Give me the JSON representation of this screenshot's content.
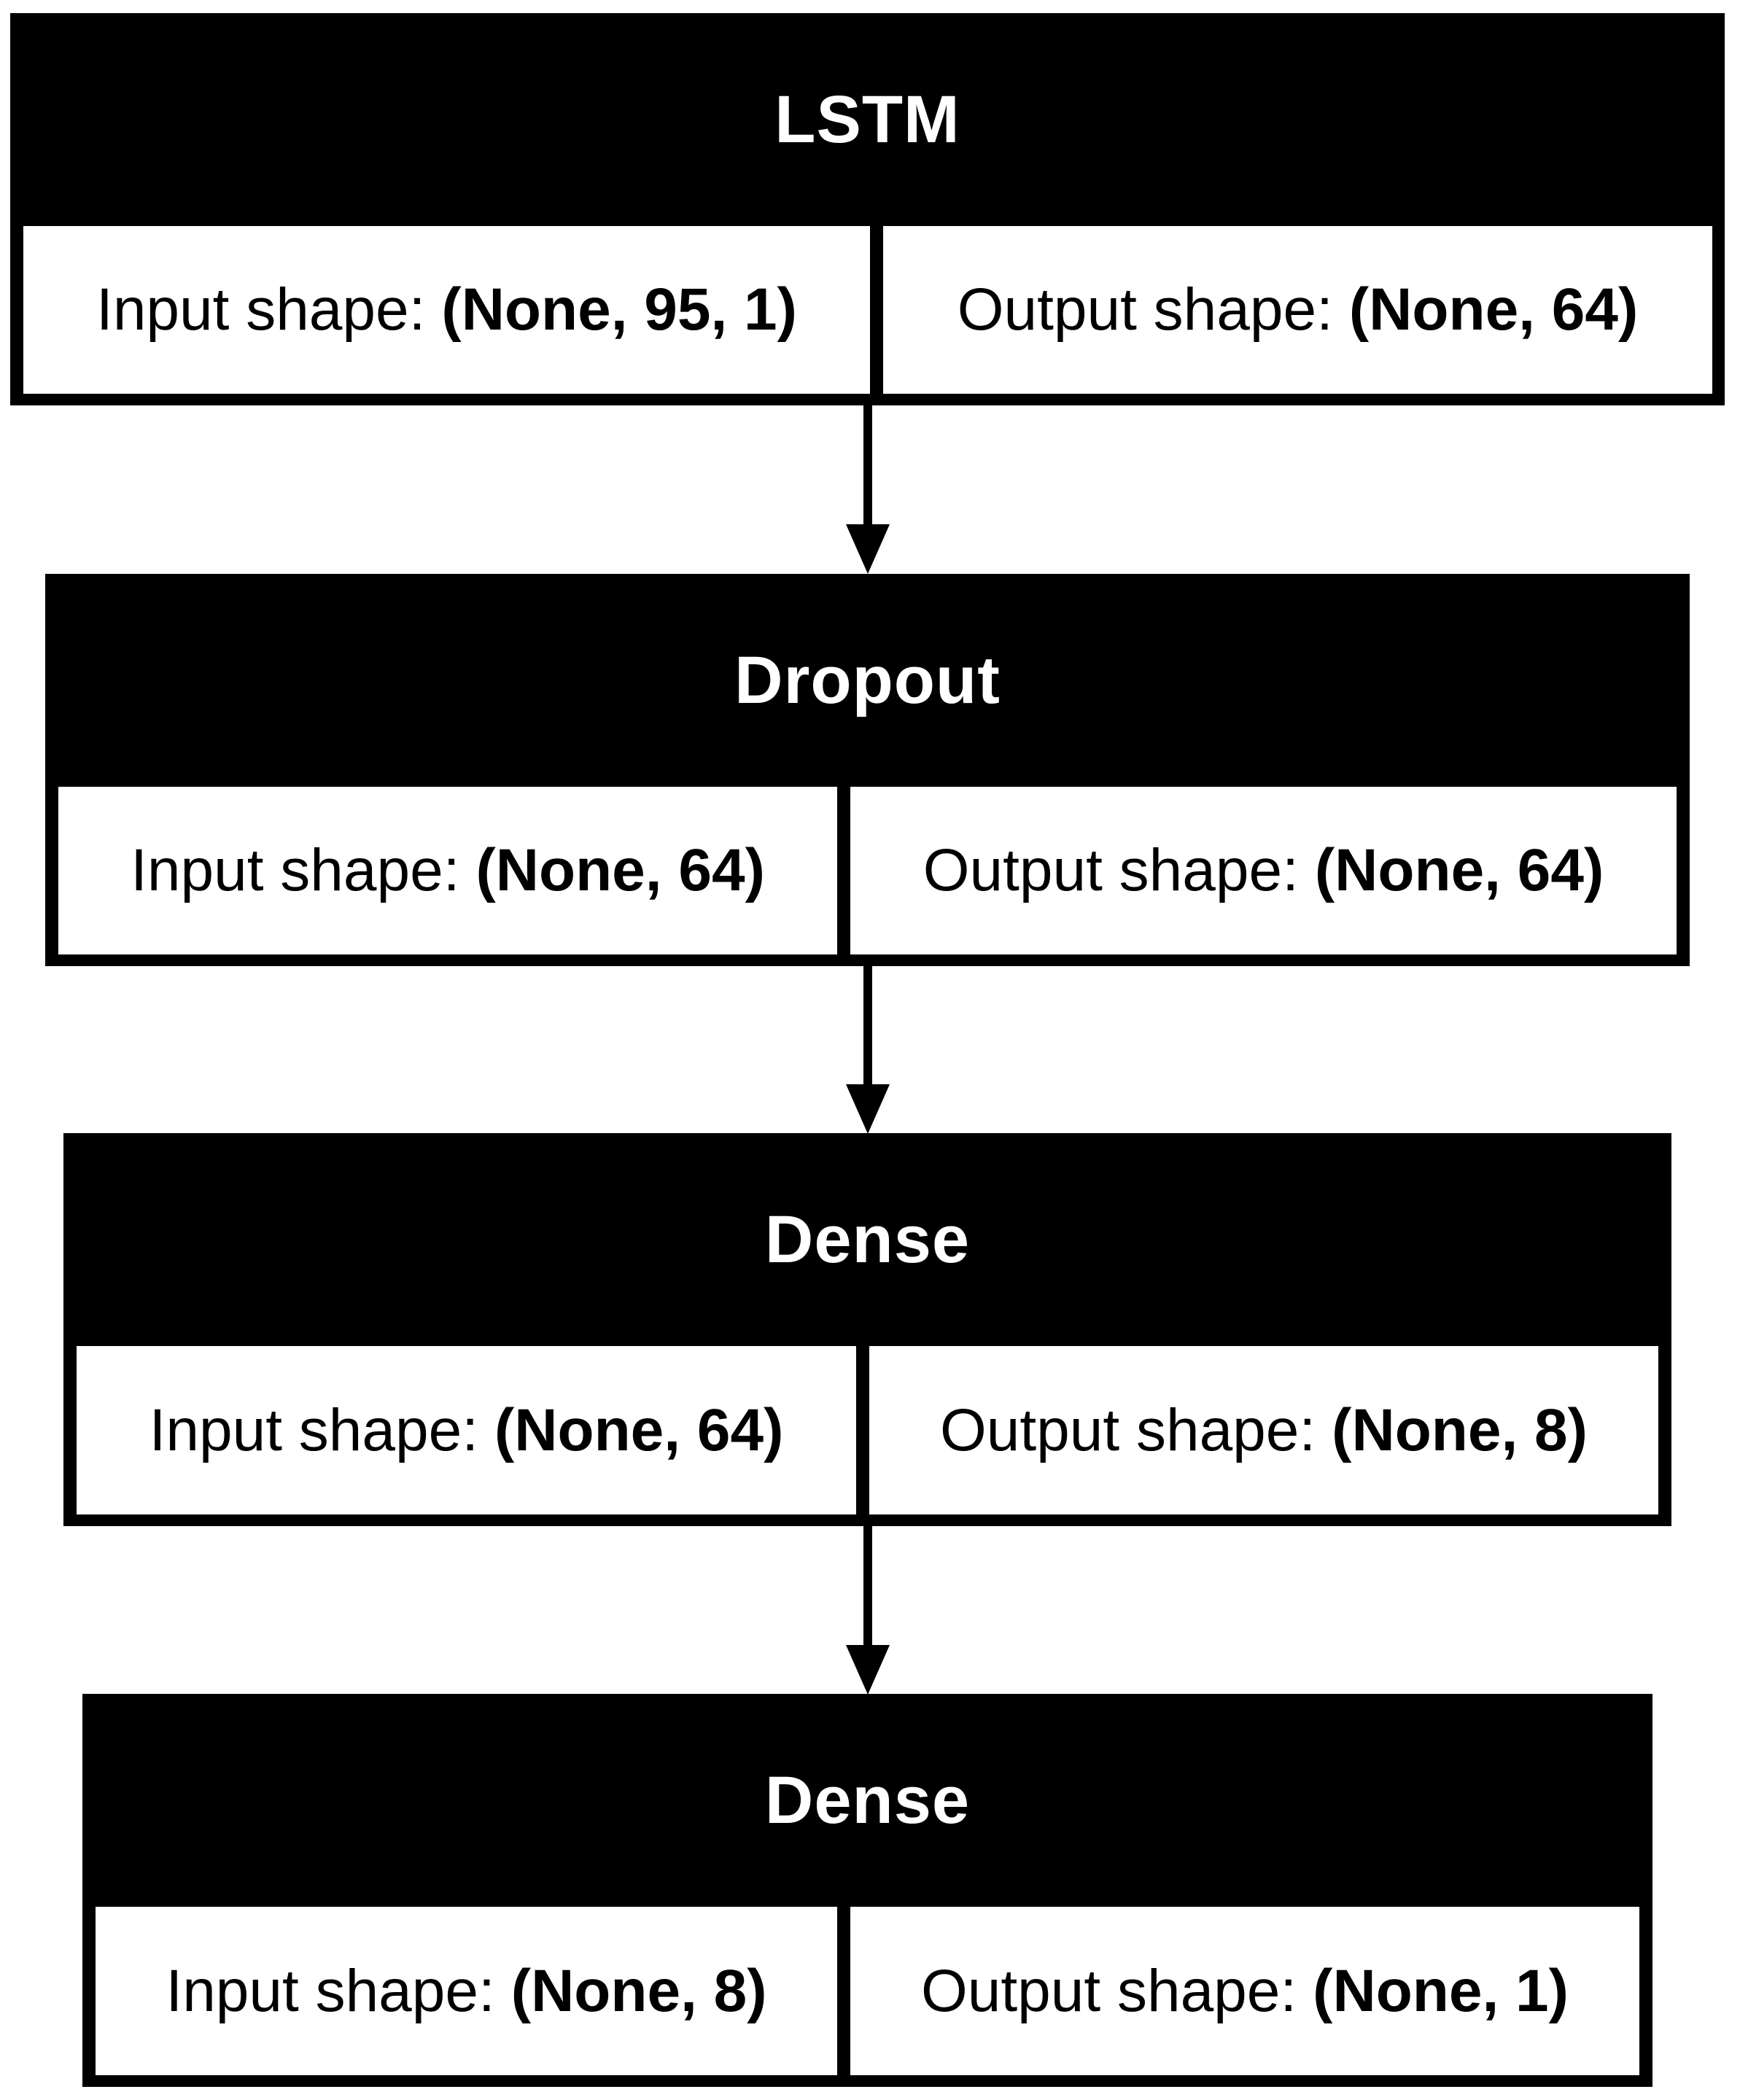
{
  "diagram": {
    "type": "keras-model-plot",
    "layers": [
      {
        "name": "LSTM",
        "input_label": "Input shape:",
        "input_shape": "(None, 95, 1)",
        "output_label": "Output shape:",
        "output_shape": "(None, 64)"
      },
      {
        "name": "Dropout",
        "input_label": "Input shape:",
        "input_shape": "(None, 64)",
        "output_label": "Output shape:",
        "output_shape": "(None, 64)"
      },
      {
        "name": "Dense",
        "input_label": "Input shape:",
        "input_shape": "(None, 64)",
        "output_label": "Output shape:",
        "output_shape": "(None, 8)"
      },
      {
        "name": "Dense",
        "input_label": "Input shape:",
        "input_shape": "(None, 8)",
        "output_label": "Output shape:",
        "output_shape": "(None, 1)"
      }
    ],
    "edges": [
      {
        "from": 0,
        "to": 1
      },
      {
        "from": 1,
        "to": 2
      },
      {
        "from": 2,
        "to": 3
      }
    ],
    "colors": {
      "header_bg": "#000000",
      "header_text": "#ffffff",
      "cell_bg": "#ffffff",
      "cell_text": "#000000",
      "edge": "#000000"
    }
  }
}
